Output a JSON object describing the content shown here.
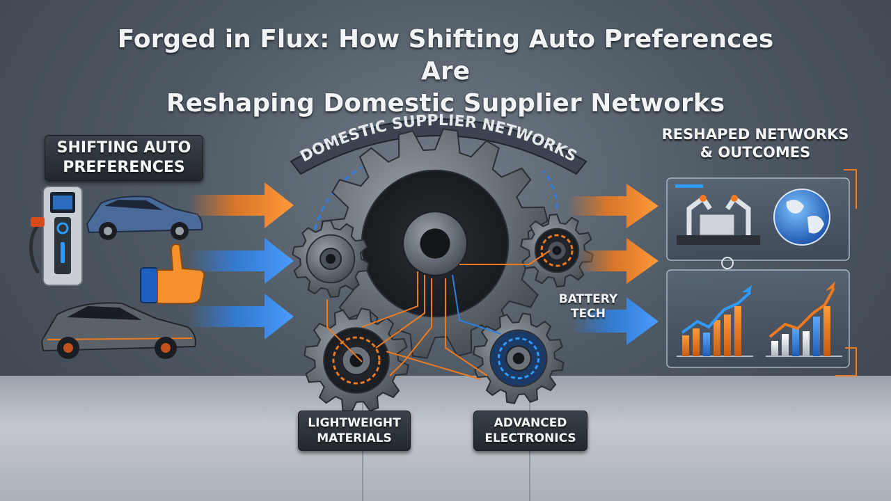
{
  "title": {
    "line1": "Forged in Flux: How Shifting Auto Preferences Are",
    "line2": "Reshaping Domestic Supplier Networks"
  },
  "left": {
    "heading_line1": "SHIFTING AUTO",
    "heading_line2": "PREFERENCES"
  },
  "center": {
    "arc_label": "DOMESTIC SUPPLIER NETWORKS",
    "battery_line1": "BATTERY",
    "battery_line2": "TECH",
    "lightweight_line1": "LIGHTWEIGHT",
    "lightweight_line2": "MATERIALS",
    "electronics_line1": "ADVANCED",
    "electronics_line2": "ELECTRONICS"
  },
  "right": {
    "heading_line1": "RESHAPED NETWORKS",
    "heading_line2": "& OUTCOMES"
  },
  "icons": [
    "ev-charger-icon",
    "car-icon",
    "thumbs-up-icon",
    "sedan-icon",
    "gear-icon",
    "robot-arm-icon",
    "globe-icon",
    "bar-chart-icon",
    "trend-arrow-icon",
    "arrow-icon"
  ],
  "colors": {
    "orange": "#f07a1e",
    "blue": "#2f7fe0",
    "gear_steel": "#6b727a",
    "panel": "#3d4a5a"
  }
}
